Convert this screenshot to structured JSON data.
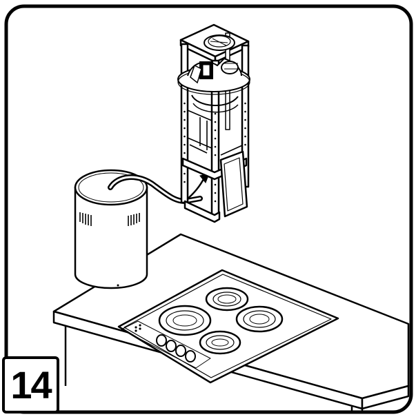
{
  "step": {
    "number": "14"
  },
  "colors": {
    "line": "#000000",
    "fill": "#ffffff"
  },
  "parts": [
    "frame-outline",
    "chimney-frame",
    "motor-unit",
    "chimney-panel",
    "exhaust-hose",
    "hood-cylinder",
    "worktop",
    "hob",
    "hot-plate",
    "control-knob"
  ]
}
